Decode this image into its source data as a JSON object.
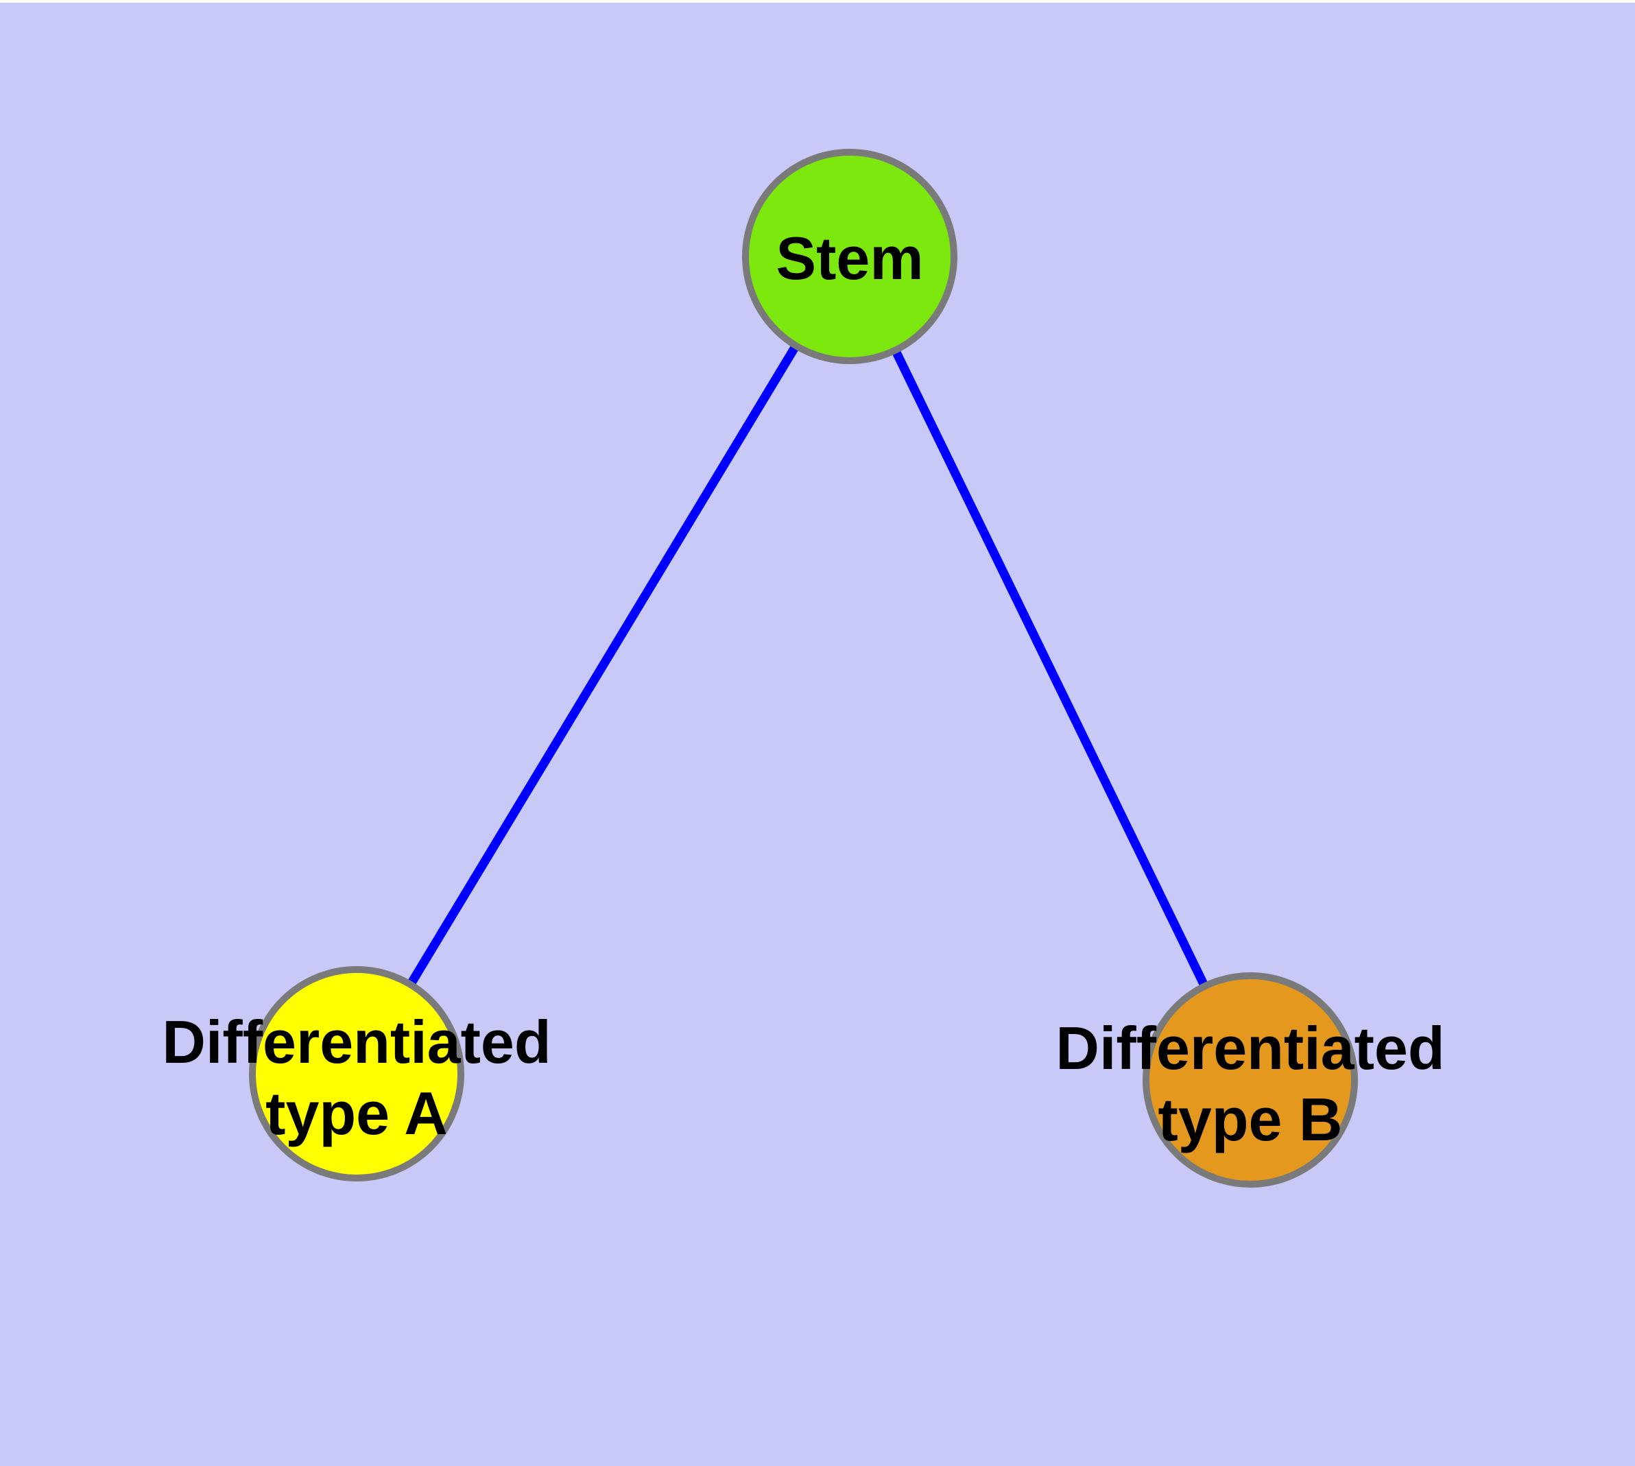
{
  "diagram": {
    "type": "node-link-graph",
    "background_color": "#c9c9f8",
    "top_margin_color": "#ffffff",
    "edge_color": "#0000ff",
    "node_border_color": "#7a7a7a",
    "label_color": "#000000",
    "nodes": [
      {
        "id": "stem",
        "label": "Stem",
        "fill": "#7ce80d"
      },
      {
        "id": "differentiated-type-a",
        "label_line1": "Differentiated",
        "label_line2": "type A",
        "fill": "#ffff00"
      },
      {
        "id": "differentiated-type-b",
        "label_line1": "Differentiated",
        "label_line2": "type B",
        "fill": "#e5981e"
      }
    ],
    "edges": [
      {
        "from": "stem",
        "to": "differentiated-type-a"
      },
      {
        "from": "stem",
        "to": "differentiated-type-b"
      }
    ]
  }
}
